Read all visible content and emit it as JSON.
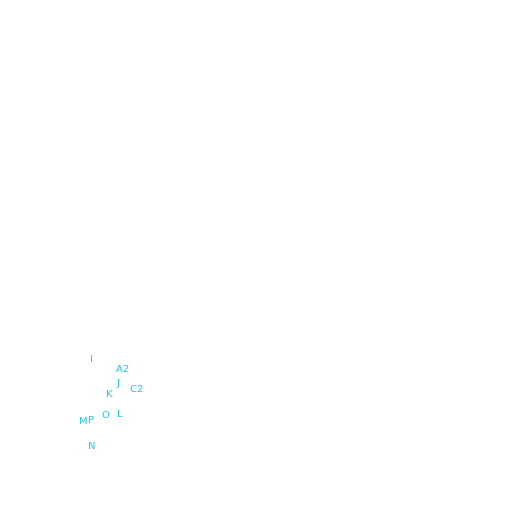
{
  "label_color": "#1ec8f0",
  "background": "#ffffff",
  "labels": [
    {
      "id": "I",
      "text": "I"
    },
    {
      "id": "A2",
      "text": "A2"
    },
    {
      "id": "J",
      "text": "J"
    },
    {
      "id": "K",
      "text": "K"
    },
    {
      "id": "C2",
      "text": "C2"
    },
    {
      "id": "O",
      "text": "O"
    },
    {
      "id": "L",
      "text": "L"
    },
    {
      "id": "M",
      "text": "M"
    },
    {
      "id": "P",
      "text": "P"
    },
    {
      "id": "N",
      "text": "N"
    }
  ]
}
